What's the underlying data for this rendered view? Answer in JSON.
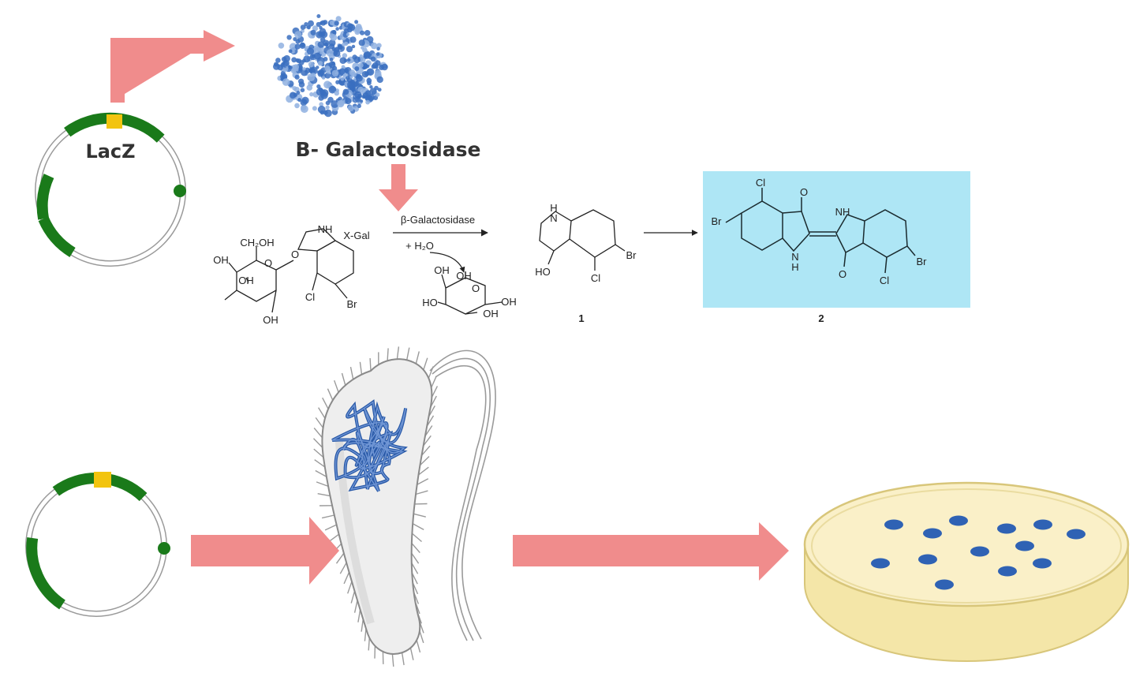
{
  "labels": {
    "lacz": "LacZ",
    "enzyme": "B- Galactosidase"
  },
  "reaction": {
    "substrate_label": "X-Gal",
    "arrow_catalyst": "β-Galactosidase",
    "arrow_reagent": "+ H₂O",
    "product1_number": "1",
    "product2_number": "2"
  },
  "atoms": {
    "nh": "NH",
    "ch2oh": "CH₂OH",
    "oh": "OH",
    "ho": "HO",
    "o": "O",
    "cl": "Cl",
    "br": "Br",
    "h": "H",
    "n": "N",
    "nh_lower": "NH"
  },
  "colors": {
    "plasmid_gene": "#1a7a1a",
    "plasmid_marker": "#f2c40f",
    "process_arrow": "#f08c8c",
    "protein": "#3a6fc0",
    "product_highlight": "#aee6f5",
    "colony": "#2f62b4",
    "agar": "#faf0c8",
    "bacterium_body": "#eeeeee"
  }
}
